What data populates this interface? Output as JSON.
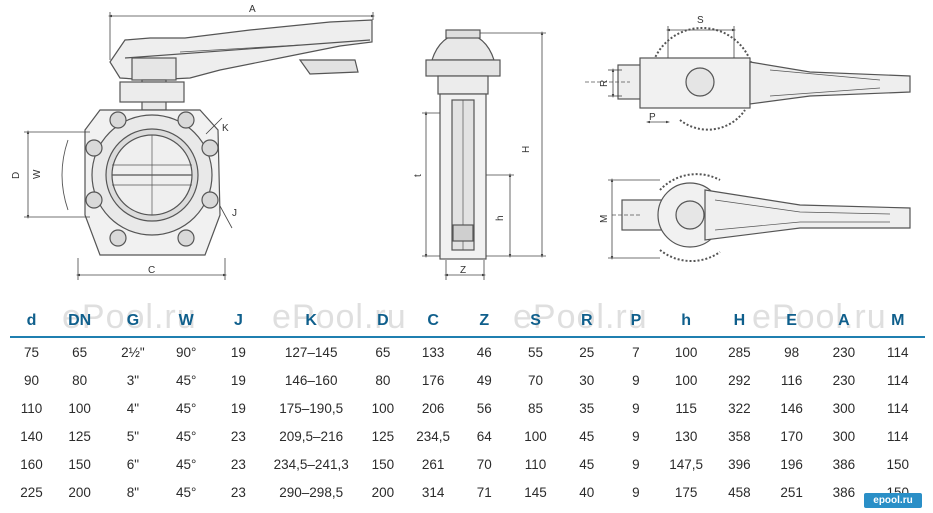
{
  "dimension_labels": {
    "A": "A",
    "D": "D",
    "W": "W",
    "K": "K",
    "J": "J",
    "C": "C",
    "t": "t",
    "H": "H",
    "h": "h",
    "Z": "Z",
    "S": "S",
    "R": "R",
    "P": "P",
    "M": "M"
  },
  "table": {
    "headers": [
      "d",
      "DN",
      "G",
      "W",
      "J",
      "K",
      "D",
      "C",
      "Z",
      "S",
      "R",
      "P",
      "h",
      "H",
      "E",
      "A",
      "M"
    ],
    "rows": [
      [
        "75",
        "65",
        "2½\"",
        "90°",
        "19",
        "127–145",
        "65",
        "133",
        "46",
        "55",
        "25",
        "7",
        "100",
        "285",
        "98",
        "230",
        "114"
      ],
      [
        "90",
        "80",
        "3\"",
        "45°",
        "19",
        "146–160",
        "80",
        "176",
        "49",
        "70",
        "30",
        "9",
        "100",
        "292",
        "116",
        "230",
        "114"
      ],
      [
        "110",
        "100",
        "4\"",
        "45°",
        "19",
        "175–190,5",
        "100",
        "206",
        "56",
        "85",
        "35",
        "9",
        "115",
        "322",
        "146",
        "300",
        "114"
      ],
      [
        "140",
        "125",
        "5\"",
        "45°",
        "23",
        "209,5–216",
        "125",
        "234,5",
        "64",
        "100",
        "45",
        "9",
        "130",
        "358",
        "170",
        "300",
        "114"
      ],
      [
        "160",
        "150",
        "6\"",
        "45°",
        "23",
        "234,5–241,3",
        "150",
        "261",
        "70",
        "110",
        "45",
        "9",
        "147,5",
        "396",
        "196",
        "386",
        "150"
      ],
      [
        "225",
        "200",
        "8\"",
        "45°",
        "23",
        "290–298,5",
        "200",
        "314",
        "71",
        "145",
        "40",
        "9",
        "175",
        "458",
        "251",
        "386",
        "150"
      ]
    ]
  },
  "watermarks": [
    "ePool.ru",
    "ePool.ru",
    "ePool.ru",
    "ePool.ru"
  ],
  "logo_text": "epool.ru"
}
